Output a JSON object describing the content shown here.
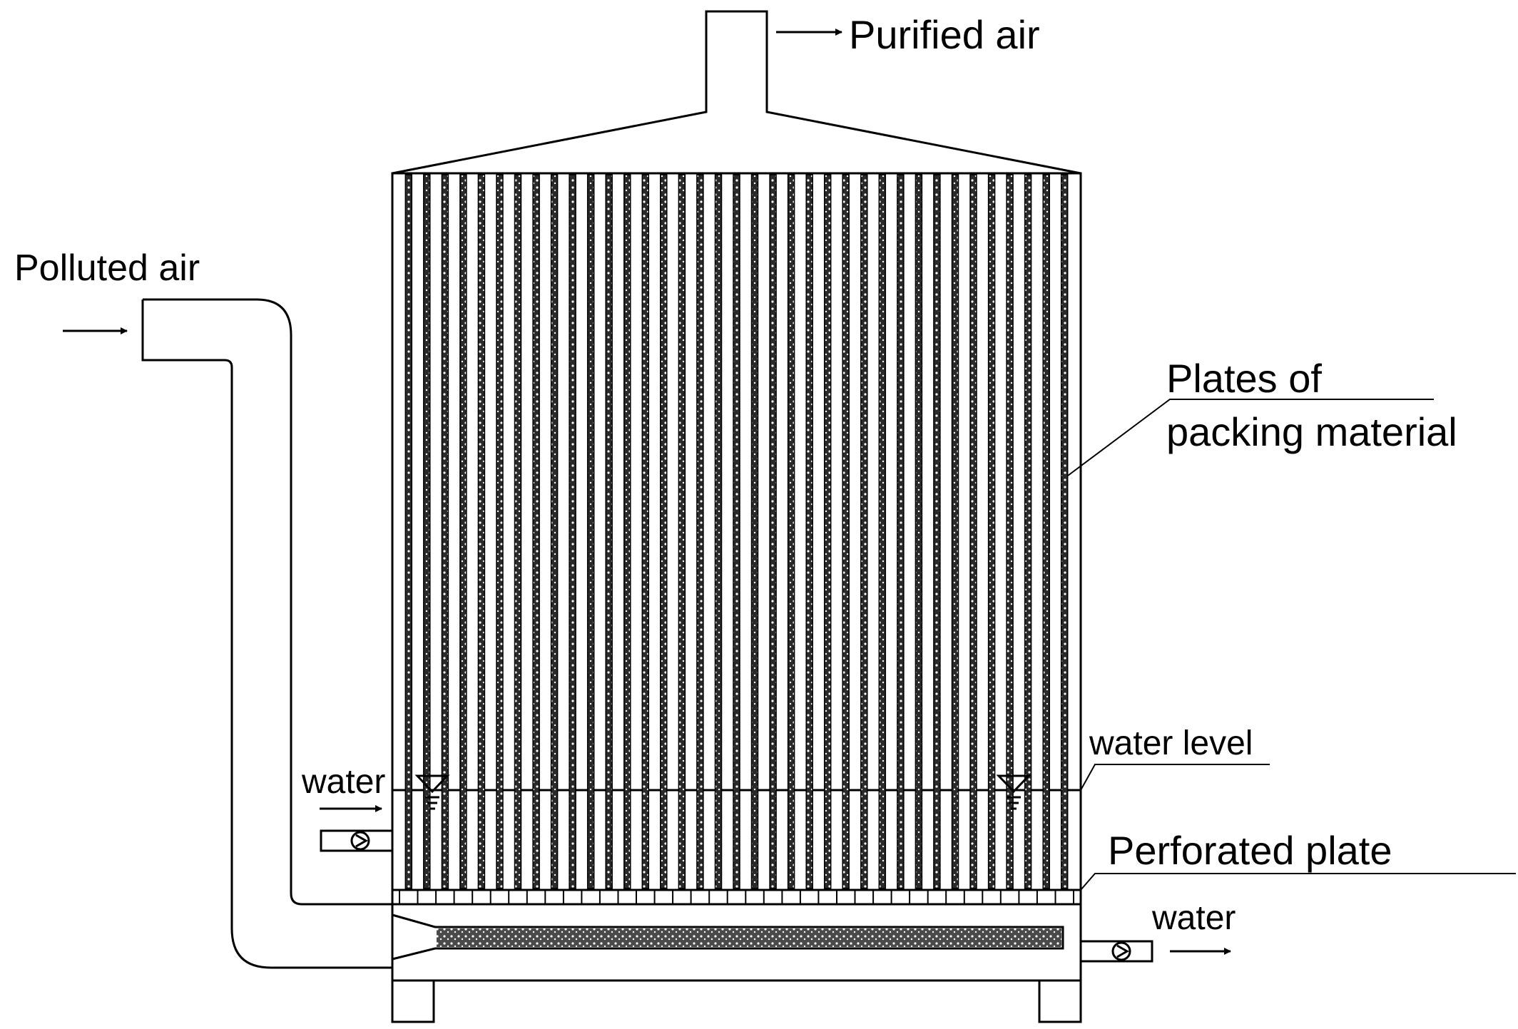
{
  "labels": {
    "purified_air": "Purified air",
    "polluted_air": "Polluted air",
    "plates_line1": "Plates of",
    "plates_line2": "packing material",
    "water_level": "water level",
    "water_in": "water",
    "perforated_plate": "Perforated plate",
    "water_out": "water"
  },
  "plates": {
    "count": 37
  },
  "colors": {
    "line": "#000000",
    "background": "#ffffff",
    "plate_fill": "#1a1a1a"
  }
}
